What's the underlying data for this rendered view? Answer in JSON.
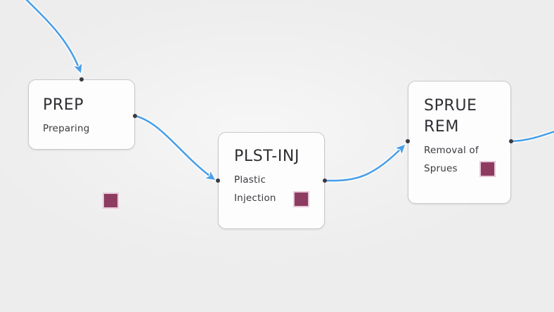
{
  "diagram": {
    "kind": "process-flow",
    "background_color": "#ededed",
    "edge_color": "#4a9fe8",
    "node_fill": "#fdfdfd",
    "node_border": "#c9c9cf",
    "swatch_color": "#8d3b61",
    "nodes": [
      {
        "id": "prep",
        "title": "PREP",
        "subtitle": "Preparing",
        "swatch_label": "status-swatch"
      },
      {
        "id": "plst-inj",
        "title": "PLST-INJ",
        "subtitle": "Plastic\nInjection",
        "swatch_label": "status-swatch"
      },
      {
        "id": "sprue-rem",
        "title": "SPRUE\nREM",
        "subtitle": "Removal of\nSprues",
        "swatch_label": "status-swatch"
      }
    ],
    "edges": [
      {
        "id": "edge-in-prep",
        "from": "offscreen-top-left",
        "to": "prep",
        "arrow": true
      },
      {
        "id": "edge-prep-plstinj",
        "from": "prep",
        "to": "plst-inj",
        "arrow": true
      },
      {
        "id": "edge-plstinj-spruerem",
        "from": "plst-inj",
        "to": "sprue-rem",
        "arrow": true
      },
      {
        "id": "edge-out-spruerem",
        "from": "sprue-rem",
        "to": "offscreen-right",
        "arrow": false
      }
    ]
  }
}
